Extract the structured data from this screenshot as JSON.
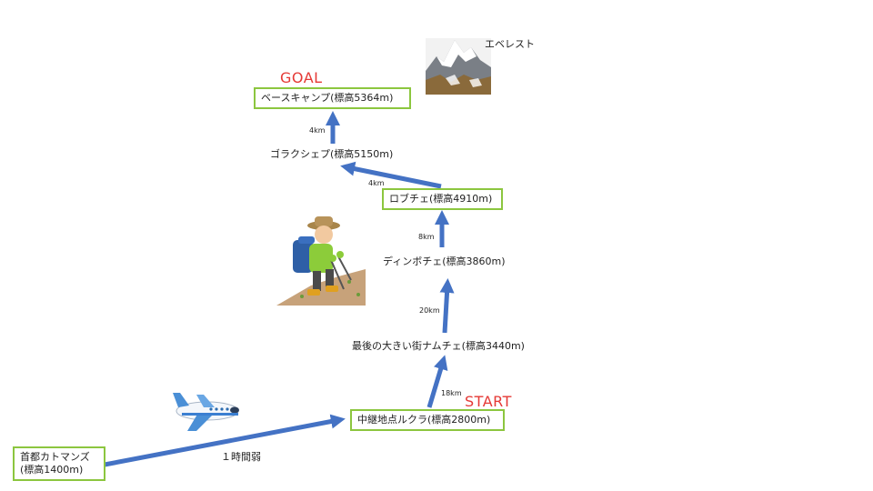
{
  "labels": {
    "goal": "GOAL",
    "start": "START"
  },
  "mountain_caption": "エベレスト",
  "nodes": {
    "kathmandu_line1": "首都カトマンズ",
    "kathmandu_line2": "(標高1400m)",
    "lukla": "中継地点ルクラ(標高2800m)",
    "namche": "最後の大きい街ナムチェ(標高3440m)",
    "dingboche": "ディンボチェ(標高3860m)",
    "lobuche": "ロブチェ(標高4910m)",
    "gorakshep": "ゴラクシェプ(標高5150m)",
    "basecamp": "ベースキャンプ(標高5364m)"
  },
  "distances": {
    "kathmandu_lukla": "１時間弱",
    "lukla_namche": "18km",
    "namche_dingboche": "20km",
    "dingboche_lobuche": "8km",
    "lobuche_gorakshep": "4km",
    "gorakshep_basecamp": "4km"
  },
  "colors": {
    "arrow": "#4472c4",
    "box_border": "#8cc63f",
    "accent_red": "#e53935"
  }
}
